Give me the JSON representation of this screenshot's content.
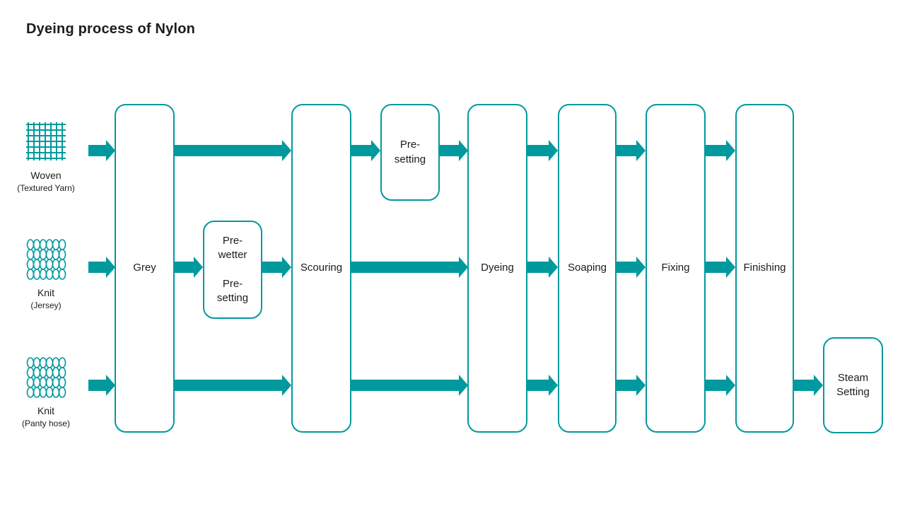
{
  "title": "Dyeing process of Nylon",
  "colors": {
    "accent_teal": "#00999E",
    "text": "#1c1c1c",
    "background": "#ffffff"
  },
  "lanes": [
    {
      "label": "Woven",
      "sublabel": "(Textured Yarn)",
      "icon": "woven-fabric-icon"
    },
    {
      "label": "Knit",
      "sublabel": "(Jersey)",
      "icon": "knit-fabric-icon"
    },
    {
      "label": "Knit",
      "sublabel": "(Panty hose)",
      "icon": "knit-fabric-icon"
    }
  ],
  "stages": [
    {
      "label": "Grey"
    },
    {
      "label": "Scouring"
    },
    {
      "label": "Dyeing"
    },
    {
      "label": "Soaping"
    },
    {
      "label": "Fixing"
    },
    {
      "label": "Finishing"
    }
  ],
  "sub_stages": [
    {
      "id": "pre-setting-woven",
      "text": "Pre-\nsetting"
    },
    {
      "id": "pre-wetter-pre-setting-jersey",
      "text": "Pre-\nwetter\n\nPre-\nsetting"
    },
    {
      "id": "steam-setting-pantyhose",
      "text": "Steam\nSetting"
    }
  ]
}
